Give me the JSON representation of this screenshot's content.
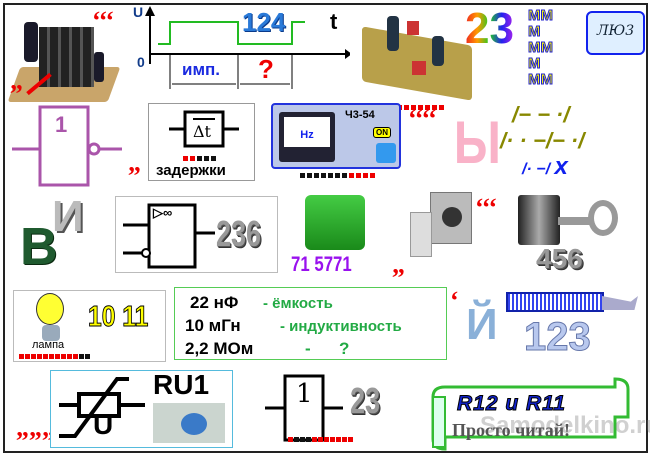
{
  "timing": {
    "u_label": "U",
    "zero_label": "0",
    "t_label": "t",
    "number": "124",
    "pulse_label": "имп.",
    "question": "?"
  },
  "quotes": {
    "q1": "‘‘‘",
    "q2": "„",
    "q3": "„",
    "q4": "‘‘‘‘",
    "q5": "„",
    "q6": "‘‘‘",
    "q7": "‘",
    "q8": "„„„"
  },
  "pcb_number": "23",
  "m_grid": [
    "ММ",
    "М",
    "ММ",
    "М",
    "ММ"
  ],
  "logo_text": "ЛЮ3",
  "not_gate_label": "1",
  "delay": {
    "symbol": "Δt",
    "caption": "задержки"
  },
  "freq_meter": {
    "model": "Ч3-54",
    "unit": "Hz",
    "switch": "ON"
  },
  "letter_y": "Ы",
  "morse": {
    "line1": "/− − ·/",
    "line2": "/· · −/− ·/",
    "line3": "/· −/",
    "x": "x"
  },
  "vi_letters": {
    "v": "В",
    "i": "И"
  },
  "trigger": {
    "symbol": "▷∞",
    "number": "236"
  },
  "transformer_number": "71 5771",
  "piston_number": "456",
  "lamp": {
    "caption": "лампа",
    "numbers": "10 11"
  },
  "units": [
    {
      "value": "22 нФ",
      "desc": "- ёмкость"
    },
    {
      "value": "10 мГн",
      "desc": "- индуктивность"
    },
    {
      "value": "2,2 МОм",
      "desc": "-      ?"
    }
  ],
  "letter_short_i": "Й",
  "file_number": "123",
  "varistor": {
    "label": "RU1",
    "u": "U"
  },
  "gate2": {
    "label": "1",
    "number": "23"
  },
  "scroll_text": "R12 и R11",
  "tagline": "Просто читай!",
  "watermark": "Samodelkino.ru"
}
